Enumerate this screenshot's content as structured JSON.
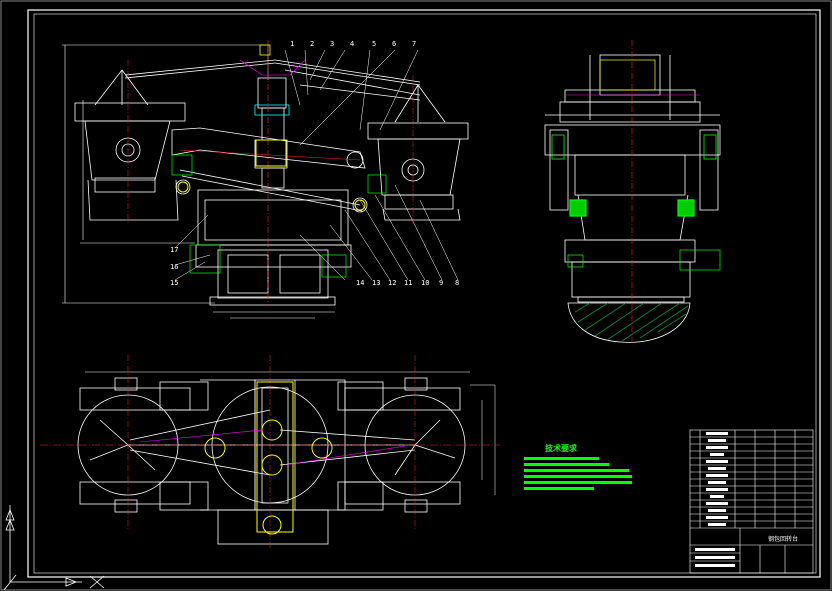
{
  "drawing": {
    "tech_req_title": "技术要求",
    "title_block_name": "钢包回转台"
  },
  "colors": {
    "background": "#000000",
    "frame": "#ffffff",
    "red_centerline": "#ff2020",
    "green_highlight": "#00ff00",
    "yellow": "#ffff00",
    "magenta": "#ff00ff",
    "cyan": "#00ffff"
  },
  "callouts_top": [
    "1",
    "2",
    "3",
    "4",
    "5",
    "6",
    "7"
  ],
  "callouts_bottom": [
    "17",
    "16",
    "15",
    "14",
    "13",
    "12",
    "11",
    "10",
    "9",
    "8"
  ],
  "icons": [
    "ucs-axis-icon",
    "crosshair-icon"
  ]
}
